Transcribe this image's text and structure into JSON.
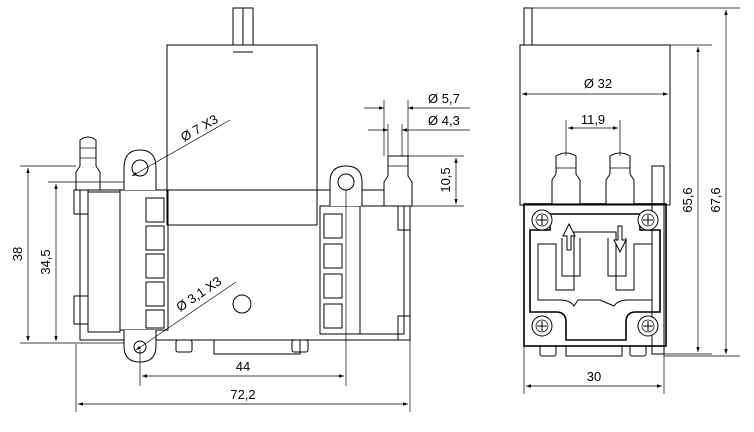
{
  "dimensions": {
    "left_height_total": "38",
    "left_height_inner": "34,5",
    "left_width_mount": "44",
    "left_width_total": "72,2",
    "hole_large": "Ø 7 X3",
    "hole_small": "Ø 3,1 X3",
    "port_outer": "Ø 5,7",
    "port_inner": "Ø 4,3",
    "port_height": "10,5",
    "right_diameter": "Ø 32",
    "port_spacing": "11,9",
    "right_width": "30",
    "right_height_a": "65,6",
    "right_height_b": "67,6"
  }
}
